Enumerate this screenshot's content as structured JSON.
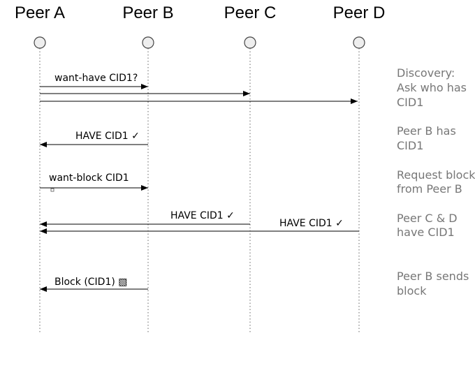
{
  "peers": [
    "Peer A",
    "Peer B",
    "Peer C",
    "Peer D"
  ],
  "messages": {
    "want_have": "want-have CID1?",
    "have_b": "HAVE CID1 ✓",
    "want_block": "want-block CID1",
    "have_c": "HAVE CID1 ✓",
    "have_d": "HAVE CID1 ✓",
    "block": "Block (CID1) ▧"
  },
  "notes": {
    "discovery": [
      "Discovery:",
      "Ask who has",
      "CID1"
    ],
    "peer_b_has": [
      "Peer B has",
      "CID1"
    ],
    "request_block": [
      "Request block",
      "from Peer B"
    ],
    "peer_cd_have": [
      "Peer C & D",
      "have CID1"
    ],
    "peer_b_sends": [
      "Peer B sends",
      "block"
    ]
  },
  "colors": {
    "note_text": "#777777",
    "lifeline": "#666666",
    "head_fill": "#eeeeee"
  }
}
